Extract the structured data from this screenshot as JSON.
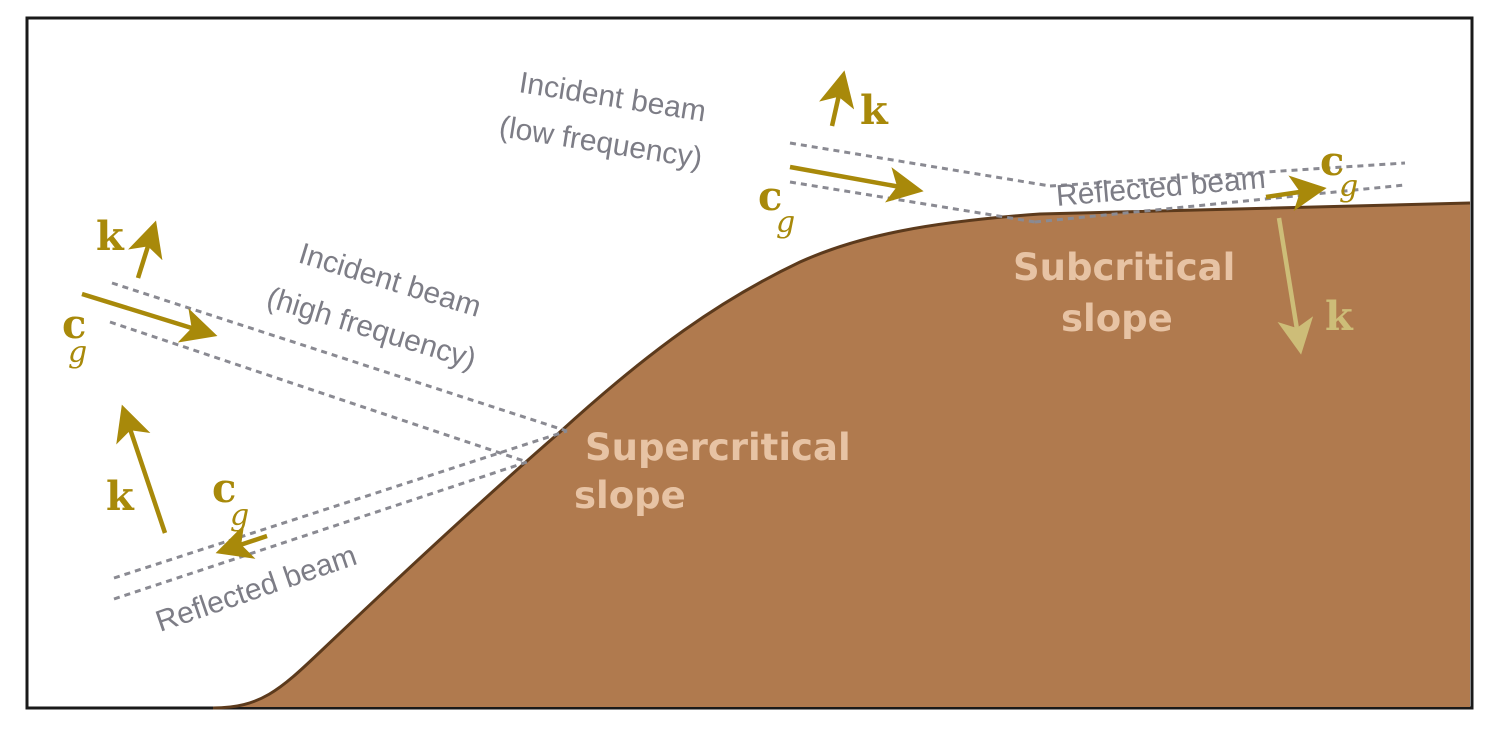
{
  "colors": {
    "frame": "#1a1a1a",
    "seabed_fill": "#b07a4e",
    "seabed_edge": "#5c3a1c",
    "beam": "#8a8a92",
    "label_gray": "#7d7d86",
    "vector": "#a8890a",
    "vector_light": "#cdbd78",
    "region_label": "#e7c3a4"
  },
  "labels": {
    "incident_high_line1": "Incident beam",
    "incident_high_line2": "(high frequency)",
    "incident_low_line1": "Incident beam",
    "incident_low_line2": "(low frequency)",
    "reflected_left": "Reflected beam",
    "reflected_right": "Reflected beam",
    "supercritical_line1": "Supercritical",
    "supercritical_line2": "slope",
    "subcritical_line1": "Subcritical",
    "subcritical_line2": "slope"
  },
  "symbols": {
    "wavenumber": "k",
    "group_velocity": "c",
    "group_velocity_sub": "g"
  }
}
